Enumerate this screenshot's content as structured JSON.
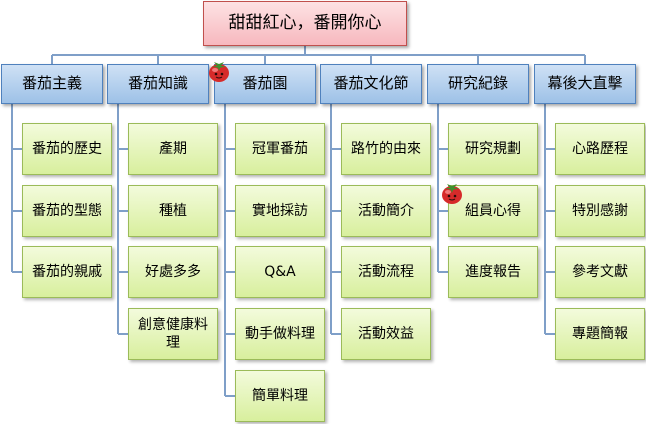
{
  "root": {
    "label": "甜甜紅心，番開你心"
  },
  "categories": [
    {
      "label": "番茄主義",
      "items": [
        "番茄的歷史",
        "番茄的型態",
        "番茄的親戚"
      ]
    },
    {
      "label": "番茄知識",
      "items": [
        "產期",
        "種植",
        "好處多多",
        "創意健康料理"
      ]
    },
    {
      "label": "番茄園",
      "items": [
        "冠軍番茄",
        "實地採訪",
        "Q&A",
        "動手做料理",
        "簡單料理"
      ]
    },
    {
      "label": "番茄文化節",
      "items": [
        "路竹的由來",
        "活動簡介",
        "活動流程",
        "活動效益"
      ]
    },
    {
      "label": "研究紀錄",
      "items": [
        "研究規劃",
        "組員心得",
        "進度報告"
      ]
    },
    {
      "label": "幕後大直擊",
      "items": [
        "心路歷程",
        "特別感謝",
        "參考文獻",
        "專題簡報"
      ]
    }
  ],
  "colors": {
    "connector": "#7f9fc8",
    "tomato": "#d62a2a",
    "leaf": "#3f8f2f"
  },
  "icons": [
    "tomato-icon",
    "tomato-icon"
  ]
}
